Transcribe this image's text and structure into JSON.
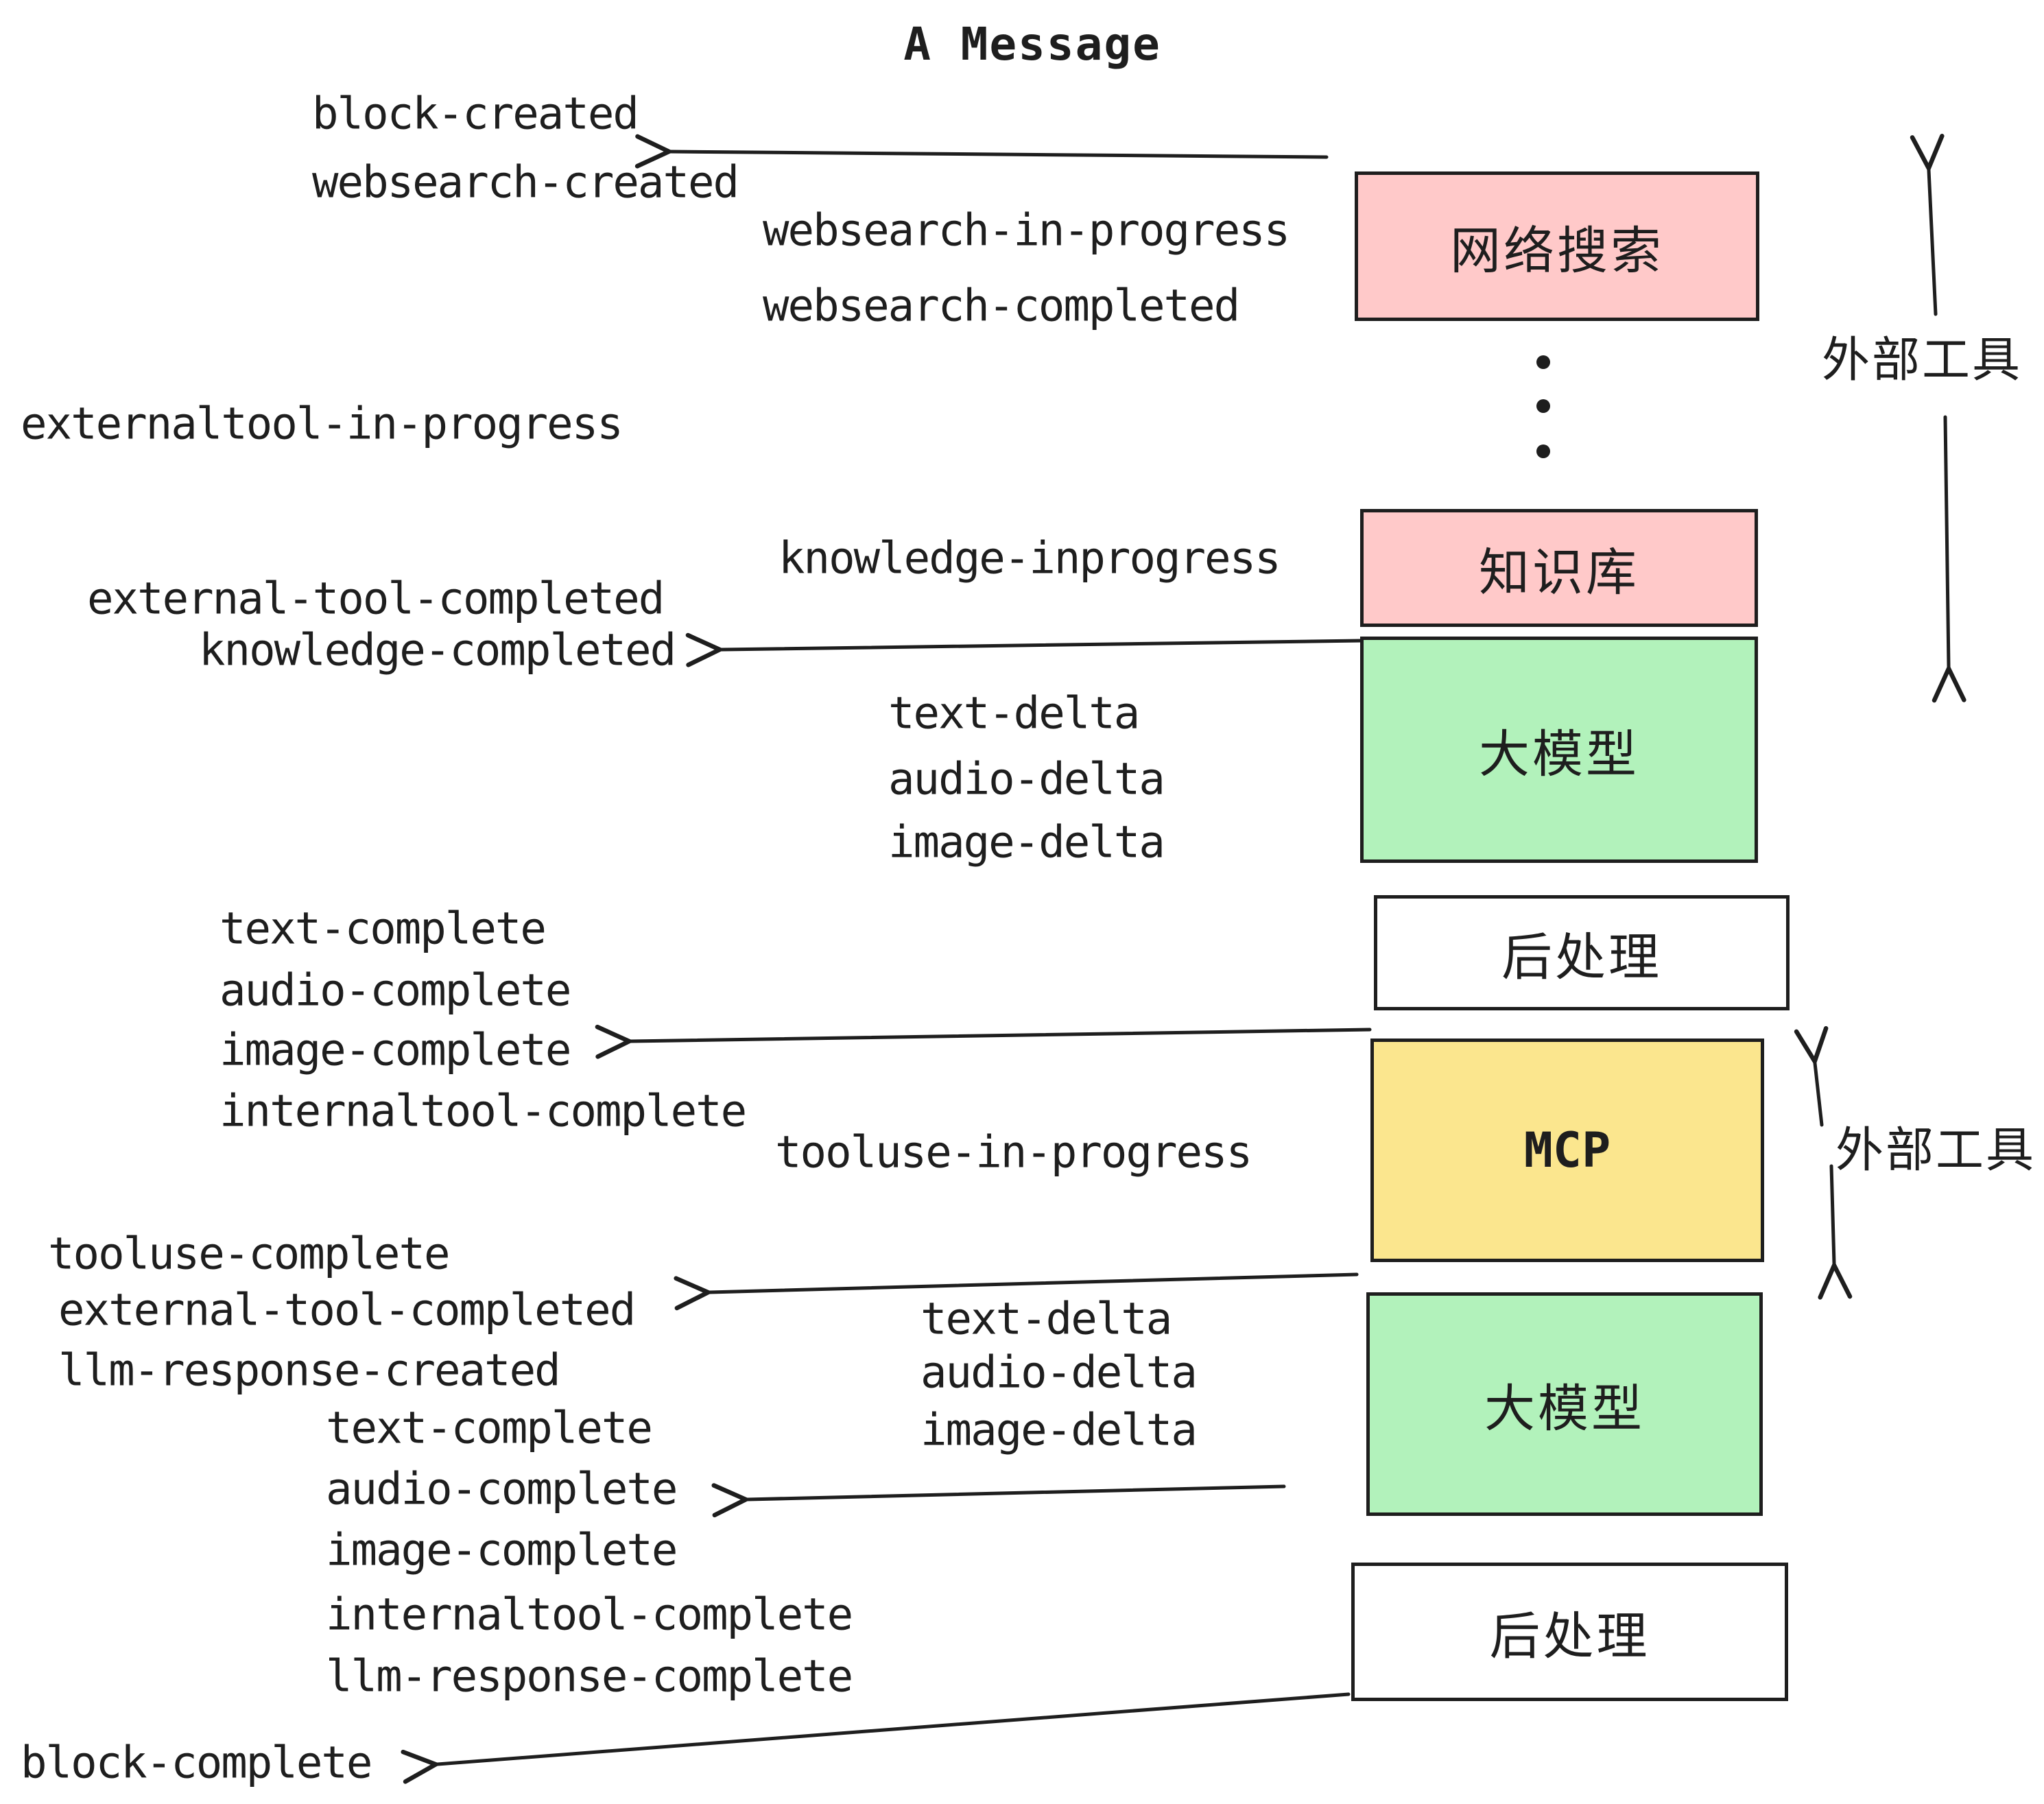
{
  "title": "A Message",
  "colors": {
    "pink": "#ffc9c9",
    "green": "#b2f2bb",
    "yellow": "#fbe68e",
    "ink": "#1e1e1e",
    "paper": "#ffffff"
  },
  "boxes": {
    "websearch": "网络搜索",
    "knowledge": "知识库",
    "llm_top": "大模型",
    "post_top": "后处理",
    "mcp": "MCP",
    "llm_bottom": "大模型",
    "post_bottom": "后处理"
  },
  "side": {
    "external_tools_top": "外部工具",
    "external_tools_mid": "外部工具"
  },
  "events": {
    "block_created": "block-created",
    "websearch_created": "websearch-created",
    "websearch_in_progress": "websearch-in-progress",
    "websearch_completed": "websearch-completed",
    "externaltool_in_progress": "externaltool-in-progress",
    "knowledge_inprogress": "knowledge-inprogress",
    "external_tool_completed_1": "external-tool-completed",
    "knowledge_completed": "knowledge-completed",
    "text_delta_1": "text-delta",
    "audio_delta_1": "audio-delta",
    "image_delta_1": "image-delta",
    "text_complete_1": "text-complete",
    "audio_complete_1": "audio-complete",
    "image_complete_1": "image-complete",
    "internaltool_complete_1": "internaltool-complete",
    "tooluse_in_progress": "tooluse-in-progress",
    "tooluse_complete": "tooluse-complete",
    "external_tool_completed_2": "external-tool-completed",
    "llm_response_created": "llm-response-created",
    "text_delta_2": "text-delta",
    "audio_delta_2": "audio-delta",
    "image_delta_2": "image-delta",
    "text_complete_2": "text-complete",
    "audio_complete_2": "audio-complete",
    "image_complete_2": "image-complete",
    "internaltool_complete_2": "internaltool-complete",
    "llm_response_complete": "llm-response-complete",
    "block_complete": "block-complete"
  }
}
